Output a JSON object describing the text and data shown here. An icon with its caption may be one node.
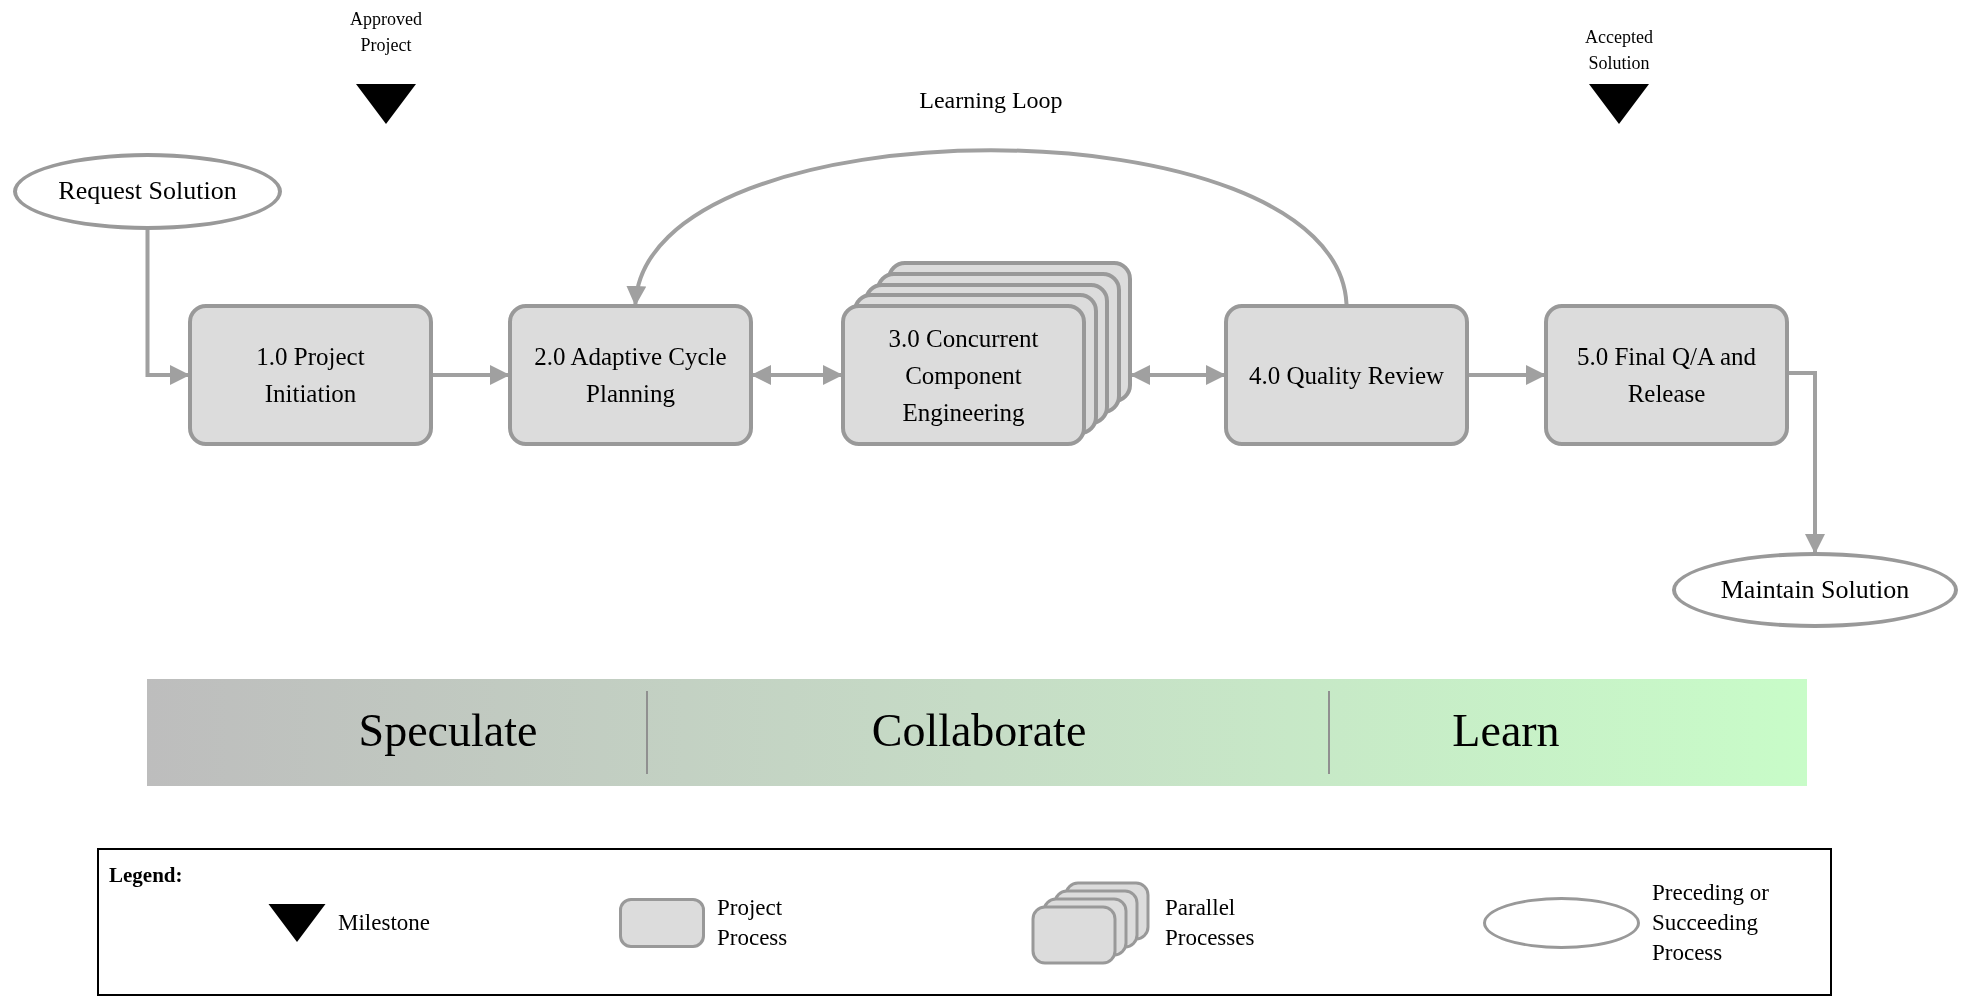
{
  "diagram": {
    "nodes": [
      {
        "text": [
          "Request Solution"
        ]
      },
      {
        "text": [
          "1.0 Project Initiation"
        ]
      },
      {
        "text": [
          "2.0 Adaptive Cycle Planning"
        ]
      },
      {
        "text": [
          "3.0 Concurrent Component Engineering"
        ]
      },
      {
        "text": [
          "4.0 Quality Review"
        ]
      },
      {
        "text": [
          "5.0 Final Q/A and Release"
        ]
      },
      {
        "text": [
          "Maintain Solution"
        ]
      },
      {
        "text": [
          "Approved Project"
        ]
      },
      {
        "text": [
          "Accepted Solution"
        ]
      },
      {
        "text": [
          "Speculate",
          "Collaborate",
          "Learn"
        ]
      }
    ],
    "edges": [
      {
        "from": 0,
        "to": 1,
        "arrow": "to"
      },
      {
        "from": 1,
        "to": 2,
        "arrow": "to"
      },
      {
        "from": 2,
        "to": 3,
        "arrow": "both"
      },
      {
        "from": 3,
        "to": 4,
        "arrow": "both"
      },
      {
        "from": 4,
        "to": 2,
        "arrow": "to",
        "label": "Learning Loop"
      },
      {
        "from": 4,
        "to": 5,
        "arrow": "to"
      },
      {
        "from": 5,
        "to": 6,
        "arrow": "to"
      }
    ],
    "labels": [
      "Legend:"
    ],
    "legend": [
      {
        "text": "Milestone"
      },
      {
        "text": "Project Process"
      },
      {
        "text": "Parallel Processes"
      },
      {
        "text": "Preceding or Succeeding Process"
      }
    ]
  }
}
